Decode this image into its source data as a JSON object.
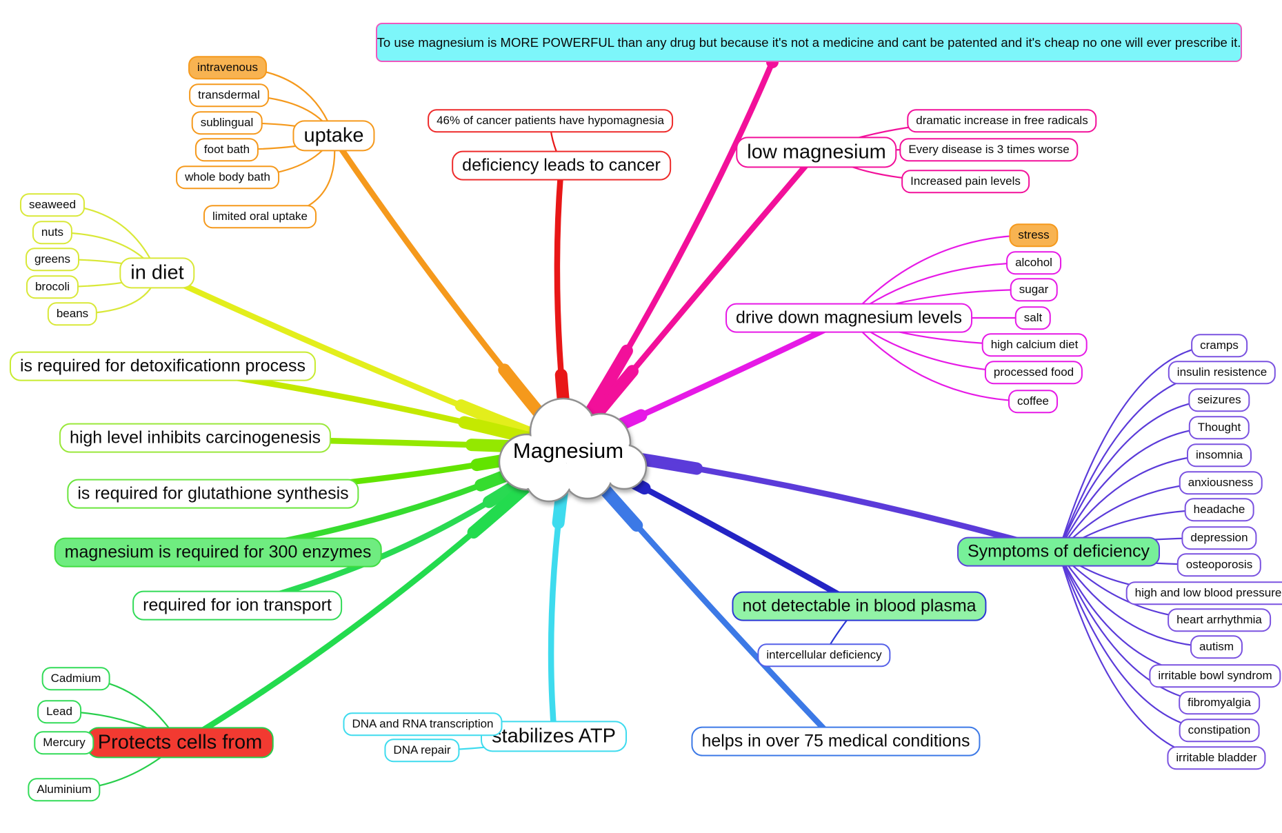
{
  "banner": {
    "text": "To use magnesium is MORE POWERFUL than any drug but because it's not a medicine and cant be patented and it's cheap no one will ever prescribe it."
  },
  "center": {
    "label": "Magnesium"
  },
  "branches": {
    "uptake": {
      "label": "uptake",
      "children": [
        "intravenous",
        "transdermal",
        "sublingual",
        "foot bath",
        "whole body bath",
        "limited oral uptake"
      ]
    },
    "in_diet": {
      "label": "in diet",
      "children": [
        "seaweed",
        "nuts",
        "greens",
        "brocoli",
        "beans"
      ]
    },
    "cancer": {
      "label": "deficiency leads to cancer",
      "children": [
        "46% of cancer patients have hypomagnesia"
      ]
    },
    "low_magnesium": {
      "label": "low magnesium",
      "children": [
        "dramatic increase in free radicals",
        "Every disease is 3 times worse",
        "Increased pain levels"
      ]
    },
    "drive_down": {
      "label": "drive down magnesium levels",
      "children": [
        "stress",
        "alcohol",
        "sugar",
        "salt",
        "high calcium diet",
        "processed food",
        "coffee"
      ]
    },
    "symptoms": {
      "label": "Symptoms of deficiency",
      "children": [
        "cramps",
        "insulin resistence",
        "seizures",
        "Thought",
        "insomnia",
        "anxiousness",
        "headache",
        "depression",
        "osteoporosis",
        "high and low blood pressure",
        "heart arrhythmia",
        "autism",
        "irritable bowl syndrom",
        "fibromyalgia",
        "constipation",
        "irritable bladder"
      ]
    },
    "detox": {
      "label": "is required for detoxificationn process"
    },
    "carcinogenesis": {
      "label": "high level inhibits carcinogenesis"
    },
    "glutathione": {
      "label": "is required for glutathione synthesis"
    },
    "enzymes": {
      "label": "magnesium is required for 300 enzymes"
    },
    "ion_transport": {
      "label": "required for ion transport"
    },
    "protects": {
      "label": "Protects cells from",
      "children": [
        "Cadmium",
        "Lead",
        "Mercury",
        "Aluminium"
      ]
    },
    "atp": {
      "label": "stabilizes ATP",
      "children": [
        "DNA and RNA transcription",
        "DNA repair"
      ]
    },
    "medical": {
      "label": "helps in over 75 medical conditions"
    },
    "blood_plasma": {
      "label": "not detectable in blood plasma",
      "children": [
        "intercellular deficiency"
      ]
    }
  },
  "palette": {
    "banner_fill": "#7DF6FA",
    "banner_border": "#EE58BE",
    "banner_line": "#F2109A",
    "orange": "#F5991C",
    "highlight_fill": "#F8B351",
    "yellow": "#D9E838",
    "red": "#E81717",
    "pink": "#F2109A",
    "magenta": "#E619E6",
    "violet": "#5B3BD9",
    "green_enzyme_fill": "#6FEC80",
    "symptoms_fill": "#77F099",
    "protect_fill": "#F23A31",
    "cyan": "#3EDBEE",
    "blue": "#3C79E6",
    "dark_blue": "#2B38D4"
  }
}
